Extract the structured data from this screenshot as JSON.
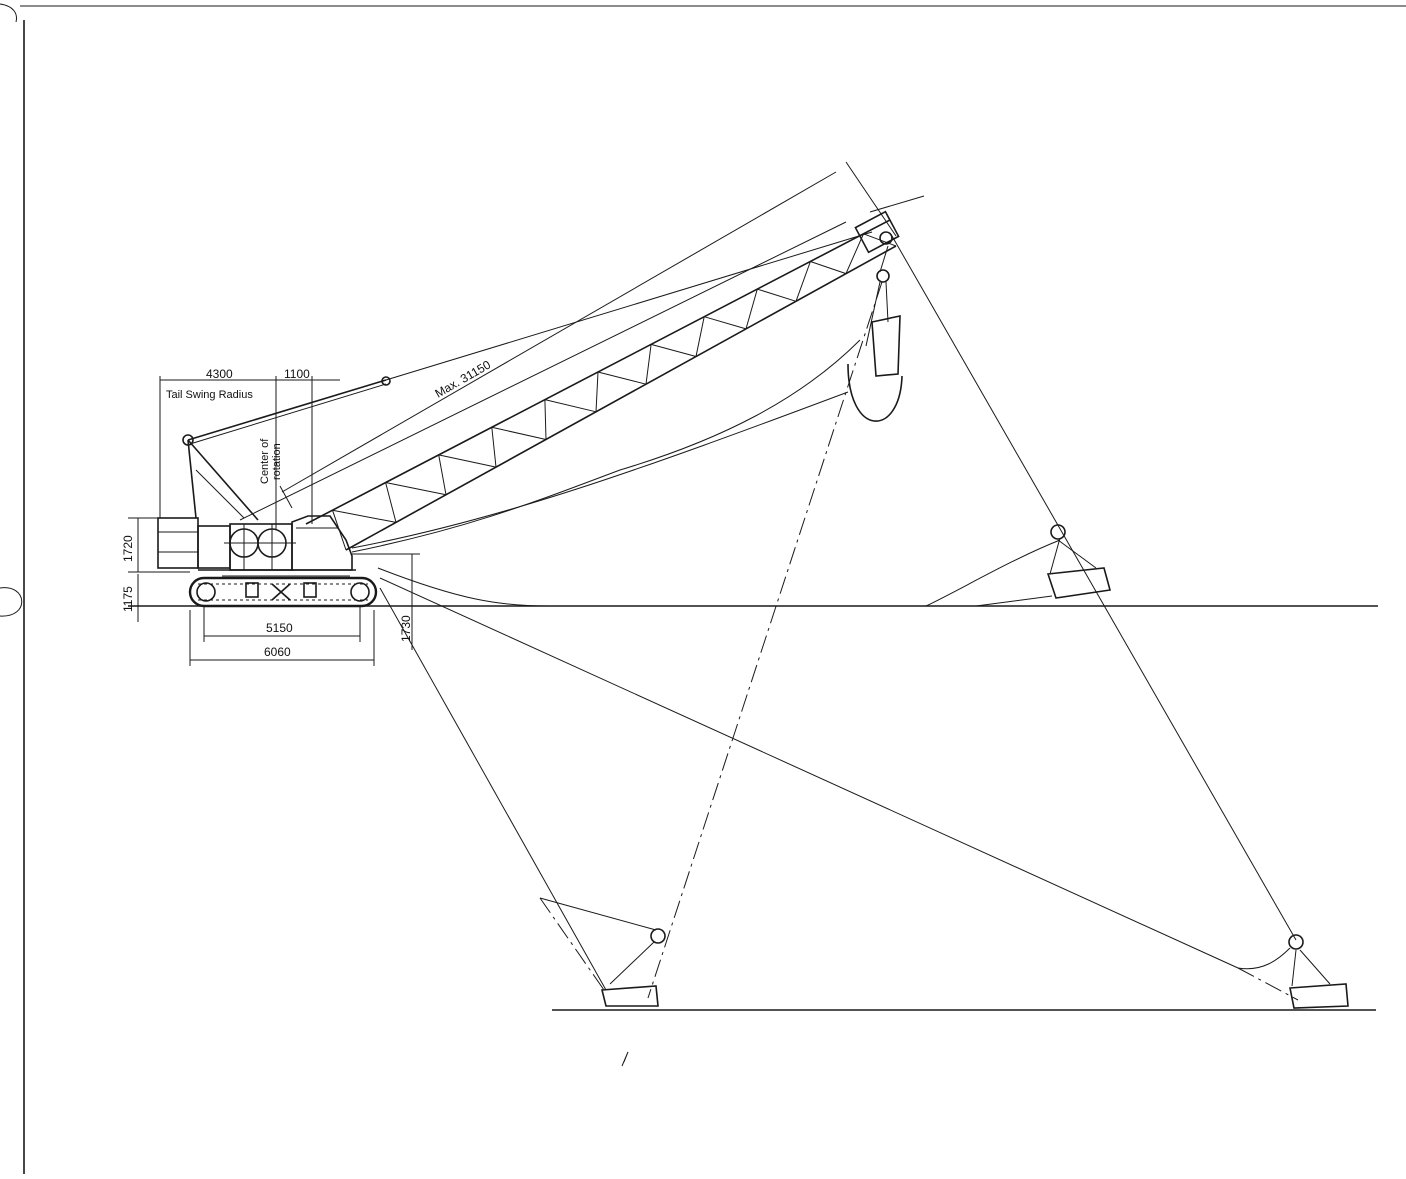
{
  "dimensions": {
    "tail_swing": "4300",
    "offset": "1100",
    "tail_label": "Tail Swing Radius",
    "rotation_label_1": "Center of",
    "rotation_label_2": "rotation",
    "max_reach": "Max. 31150",
    "h_counterweight": "1720",
    "h_base": "1175",
    "h_pivot": "1730",
    "track_length": "5150",
    "overall_length": "6060"
  },
  "colors": {
    "line": "#1a1a1a",
    "paper": "#ffffff"
  }
}
